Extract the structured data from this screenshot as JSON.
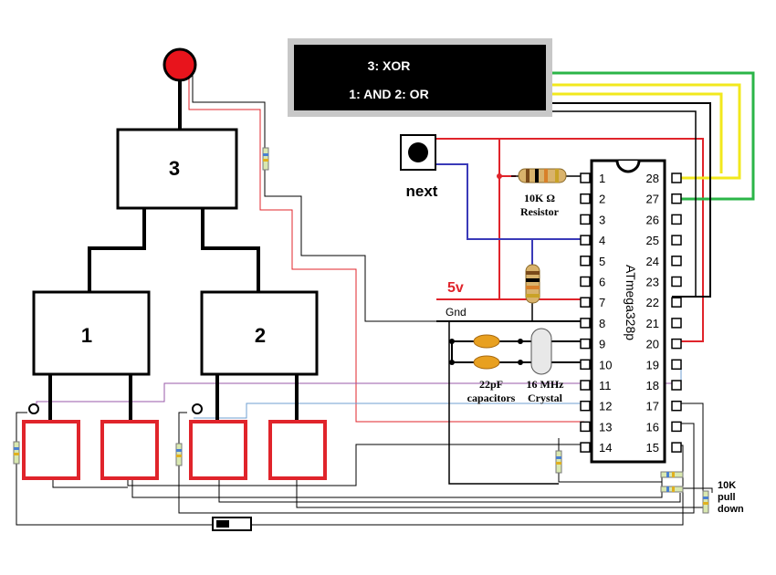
{
  "lcd": {
    "line1": "3: XOR",
    "line2": "1: AND  2: OR"
  },
  "button_label": "next",
  "power_label": "5v",
  "ground_label": "Gnd",
  "gates": {
    "top": "3",
    "left": "1",
    "right": "2"
  },
  "chip_label": "ATmega328p",
  "resistor_label_line1": "10K Ω",
  "resistor_label_line2": "Resistor",
  "cap_label_line1": "22pF",
  "cap_label_line2": "capacitors",
  "crystal_label_line1": "16 MHz",
  "crystal_label_line2": "Crystal",
  "pulldown_label_line1": "10K",
  "pulldown_label_line2": "pull",
  "pulldown_label_line3": "down",
  "pins_left": [
    "1",
    "2",
    "3",
    "4",
    "5",
    "6",
    "7",
    "8",
    "9",
    "10",
    "11",
    "12",
    "13",
    "14"
  ],
  "pins_right": [
    "28",
    "27",
    "26",
    "25",
    "24",
    "23",
    "22",
    "21",
    "20",
    "19",
    "18",
    "17",
    "16",
    "15"
  ],
  "colors": {
    "red": "#e0242b",
    "blue": "#3a3ab8",
    "green": "#2bb548",
    "yellow": "#f2e81d",
    "purple": "#9a5aa8",
    "lightblue": "#6f9fd0",
    "black": "#000000"
  }
}
